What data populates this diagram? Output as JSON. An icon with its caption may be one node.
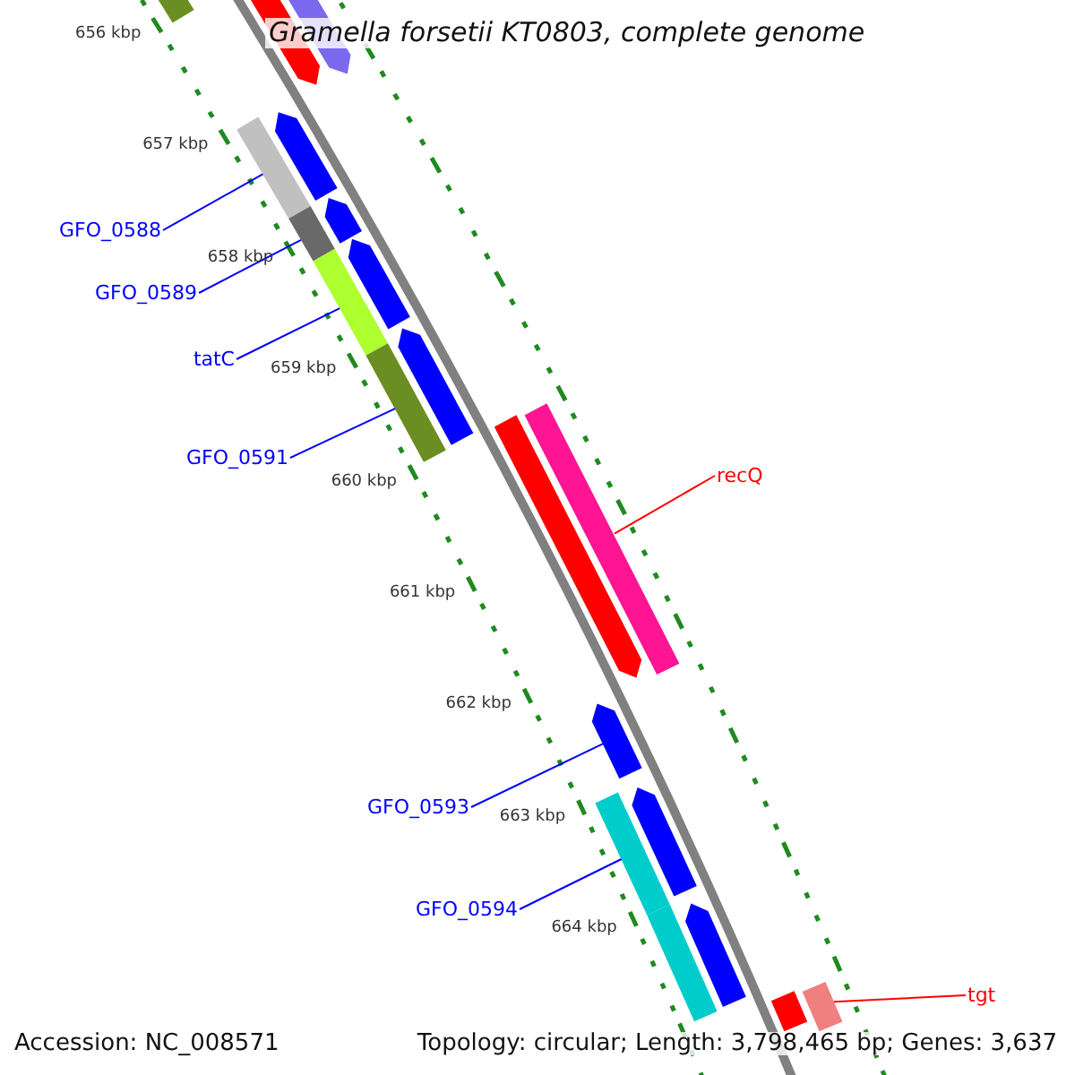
{
  "diagram": {
    "title": "Gramella forsetii KT0803, complete genome",
    "nodes": [
      {
        "text": [
          "GFO_0588"
        ]
      },
      {
        "text": [
          "GFO_0589"
        ]
      },
      {
        "text": [
          "tatC"
        ]
      },
      {
        "text": [
          "GFO_0591"
        ]
      },
      {
        "text": [
          "recQ"
        ]
      },
      {
        "text": [
          "GFO_0593"
        ]
      },
      {
        "text": [
          "GFO_0594"
        ]
      },
      {
        "text": [
          "tgt"
        ]
      },
      {
        "text": [],
        "shape": "bar"
      },
      {
        "text": [],
        "shape": "bar"
      },
      {
        "text": [],
        "shape": "bar"
      },
      {
        "text": [],
        "shape": "bar"
      },
      {
        "text": [],
        "shape": "bar"
      },
      {
        "text": [],
        "shape": "bar"
      },
      {
        "text": [],
        "shape": "bar"
      },
      {
        "text": [],
        "shape": "bar"
      },
      {
        "text": [],
        "shape": "bar"
      },
      {
        "text": [],
        "shape": "bar"
      },
      {
        "text": [],
        "shape": "bar"
      },
      {
        "text": [],
        "shape": "bar"
      },
      {
        "text": [],
        "shape": "bar"
      },
      {
        "text": [],
        "shape": "bar"
      },
      {
        "text": [],
        "shape": "bar"
      },
      {
        "text": [],
        "shape": "bar"
      },
      {
        "text": [],
        "shape": "bar"
      },
      {
        "text": [],
        "shape": "bar"
      },
      {
        "text": [],
        "shape": "bar"
      },
      {
        "text": [],
        "shape": "bar"
      }
    ],
    "edges": [
      {
        "from": 0,
        "to": 11,
        "arrow": "none"
      },
      {
        "from": 1,
        "to": 13,
        "arrow": "none"
      },
      {
        "from": 2,
        "to": 15,
        "arrow": "none"
      },
      {
        "from": 3,
        "to": 17,
        "arrow": "none"
      },
      {
        "from": 4,
        "to": 19,
        "arrow": "none",
        "color": "#ff0000"
      },
      {
        "from": 5,
        "to": 21,
        "arrow": "none"
      },
      {
        "from": 6,
        "to": 22,
        "arrow": "none"
      },
      {
        "from": 7,
        "to": 27,
        "arrow": "none",
        "color": "#ff0000"
      }
    ],
    "labels": [
      "656 kbp",
      "657 kbp",
      "658 kbp",
      "659 kbp",
      "660 kbp",
      "661 kbp",
      "662 kbp",
      "663 kbp",
      "664 kbp",
      "Accession: NC_008571",
      "Topology: circular; Length: 3,798,465 bp; Genes: 3,637"
    ]
  }
}
